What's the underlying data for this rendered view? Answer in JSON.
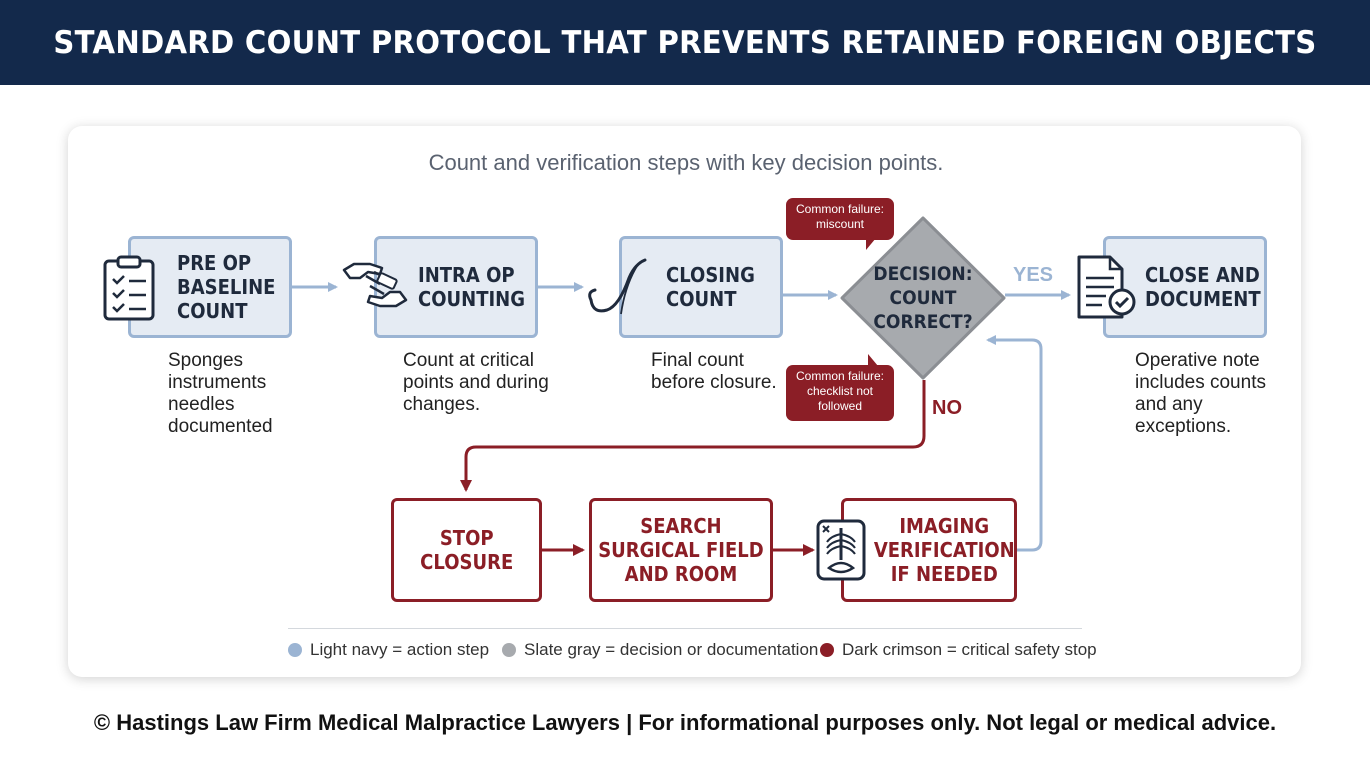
{
  "header": {
    "title": "STANDARD COUNT PROTOCOL THAT PREVENTS RETAINED FOREIGN OBJECTS"
  },
  "subtitle": "Count and verification steps with key decision points.",
  "steps": {
    "pre_op": {
      "title": "PRE OP\nBASELINE\nCOUNT",
      "desc": "Sponges\ninstruments\nneedles\ndocumented"
    },
    "intra_op": {
      "title": "INTRA OP\nCOUNTING",
      "desc": "Count at critical\npoints and during\nchanges."
    },
    "closing": {
      "title": "CLOSING\nCOUNT",
      "desc": "Final count\nbefore closure."
    },
    "close_doc": {
      "title": "CLOSE AND\nDOCUMENT",
      "desc": "Operative note\nincludes counts\nand any\nexceptions."
    }
  },
  "decision": {
    "label": "DECISION:\nCOUNT\nCORRECT?",
    "yes": "YES",
    "no": "NO"
  },
  "failures": {
    "top": "Common failure:\nmiscount",
    "bottom": "Common failure:\nchecklist not\nfollowed"
  },
  "safety": {
    "stop": "STOP\nCLOSURE",
    "search": "SEARCH\nSURGICAL FIELD\nAND ROOM",
    "imaging": "IMAGING\nVERIFICATION\nIF NEEDED"
  },
  "legend": {
    "navy": "Light navy = action step",
    "gray": "Slate gray = decision or documentation",
    "crimson": "Dark crimson = critical safety stop"
  },
  "colors": {
    "navy": "#9bb4d3",
    "navy_fill": "#e5ebf3",
    "gray": "#a7aaae",
    "crimson": "#8b1e26",
    "header": "#13294b"
  },
  "footer": "© Hastings Law Firm Medical Malpractice Lawyers | For informational purposes only. Not legal or medical advice."
}
